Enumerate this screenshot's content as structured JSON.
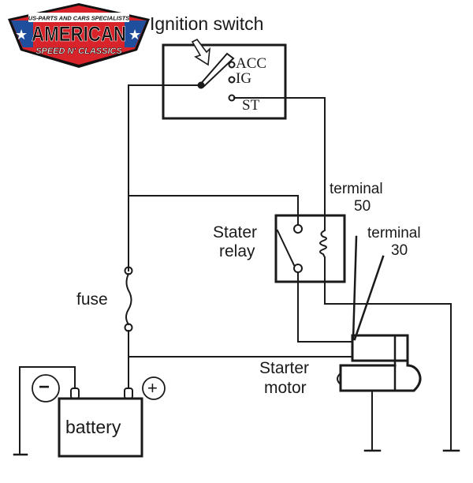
{
  "logo": {
    "tagline": "US-PARTS AND CARS SPECIALISTS",
    "brand": "AMERICAN",
    "subbrand": "SPEED N' CLASSICS",
    "colors": {
      "red": "#d8232a",
      "blue": "#1f4e9c",
      "black": "#111111",
      "white": "#ffffff"
    }
  },
  "diagram": {
    "title": "Ignition switch",
    "ignition_switch": {
      "terminals": [
        "ACC",
        "IG",
        "ST"
      ]
    },
    "relay": {
      "label_line1": "Stater",
      "label_line2": "relay"
    },
    "terminal_50": {
      "line1": "terminal",
      "line2": "50"
    },
    "terminal_30": {
      "line1": "terminal",
      "line2": "30"
    },
    "fuse_label": "fuse",
    "starter_motor": {
      "line1": "Starter",
      "line2": "motor"
    },
    "battery": {
      "label": "battery",
      "negative": "−",
      "positive": "+"
    },
    "line_color": "#1a1a1a"
  }
}
